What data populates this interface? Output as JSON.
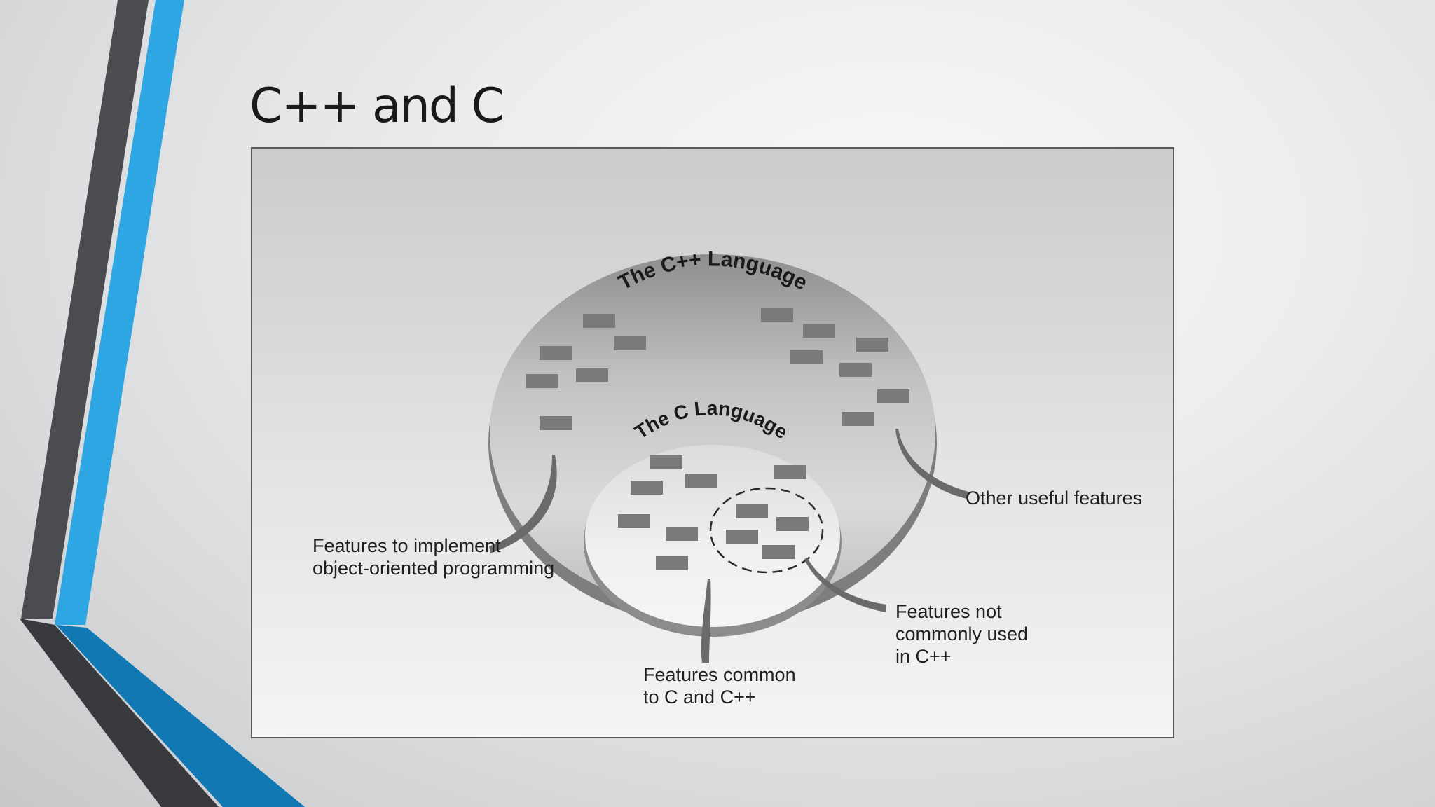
{
  "slide": {
    "title": "C++ and C"
  },
  "diagram": {
    "outer_label": "The C++ Language",
    "inner_label": "The C Language",
    "callouts": {
      "oop_line1": "Features to implement",
      "oop_line2": "object-oriented programming",
      "other_useful": "Other useful features",
      "not_common_line1": "Features not",
      "not_common_line2": "commonly used",
      "not_common_line3": "in C++",
      "common_line1": "Features common",
      "common_line2": "to C and C++"
    }
  },
  "colors": {
    "accent_blue": "#2ea6e4",
    "accent_blue_dark": "#1178b4",
    "dark_stripe": "#3f4144"
  }
}
